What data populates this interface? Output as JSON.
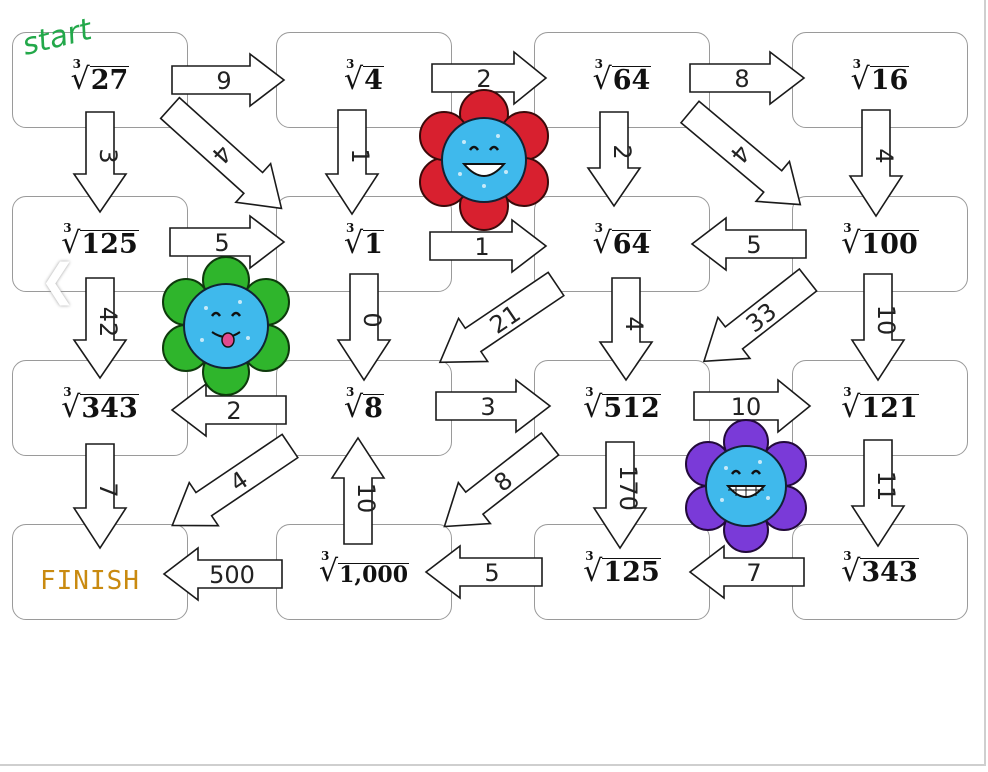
{
  "start_label": "start",
  "finish_label": "FINISH",
  "cells": [
    {
      "id": "r0c0",
      "index": "3",
      "radicand": "27"
    },
    {
      "id": "r0c1",
      "index": "3",
      "radicand": "4"
    },
    {
      "id": "r0c2",
      "index": "3",
      "radicand": "64"
    },
    {
      "id": "r0c3",
      "index": "3",
      "radicand": "16"
    },
    {
      "id": "r1c0",
      "index": "3",
      "radicand": "125"
    },
    {
      "id": "r1c1",
      "index": "3",
      "radicand": "1"
    },
    {
      "id": "r1c2",
      "index": "3",
      "radicand": "64"
    },
    {
      "id": "r1c3",
      "index": "3",
      "radicand": "100"
    },
    {
      "id": "r2c0",
      "index": "3",
      "radicand": "343"
    },
    {
      "id": "r2c1",
      "index": "3",
      "radicand": "8"
    },
    {
      "id": "r2c2",
      "index": "3",
      "radicand": "512"
    },
    {
      "id": "r2c3",
      "index": "3",
      "radicand": "121"
    },
    {
      "id": "r3c1",
      "index": "3",
      "radicand": "1,000"
    },
    {
      "id": "r3c2",
      "index": "3",
      "radicand": "125"
    },
    {
      "id": "r3c3",
      "index": "3",
      "radicand": "343"
    }
  ],
  "arrows": {
    "r0_a": "9",
    "r0_b": "2",
    "r0_c": "8",
    "d0_0": "3",
    "diag_0_1": "4",
    "d0_1": "1",
    "d0_2": "2",
    "diag_0_3": "4",
    "d0_3": "4",
    "r1_a": "5",
    "r1_b": "1",
    "r1_c": "5",
    "d1_0": "42",
    "d1_1": "0",
    "diag_1_2": "21",
    "d1_2": "4",
    "diag_1_3": "33",
    "d1_3": "10",
    "r2_a": "2",
    "r2_b": "3",
    "r2_c": "10",
    "d2_0": "7",
    "diag_2_1": "4",
    "u2_1": "10",
    "diag_2_2": "8",
    "d2_2": "170",
    "d2_3": "11",
    "r3_a": "500",
    "r3_b": "5",
    "r3_c": "7"
  },
  "decorations": {
    "flower_red": "red-flower-sticker",
    "flower_green": "green-flower-sticker",
    "flower_purple": "purple-flower-sticker",
    "nav": "chevron-left-icon"
  },
  "colors": {
    "start": "#23a84a",
    "finish": "#c98a10",
    "flower_red": "#d8202f",
    "flower_green": "#2fb52c",
    "flower_purple": "#7a3ad8",
    "flower_face": "#3fb9ec"
  }
}
